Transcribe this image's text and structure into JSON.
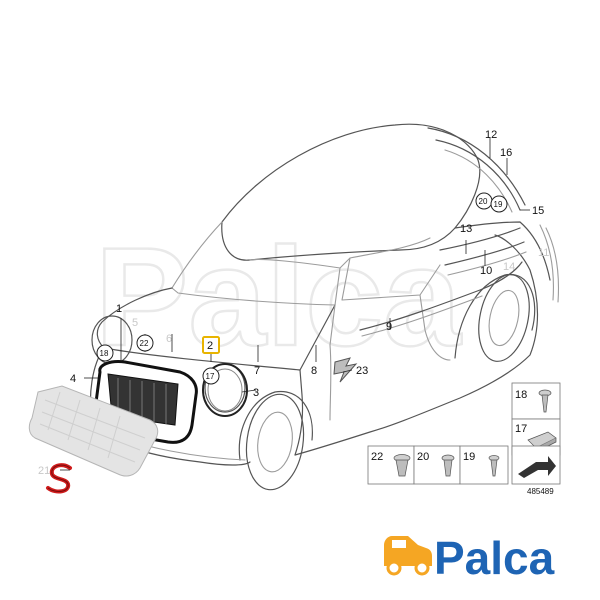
{
  "diagram": {
    "callouts": [
      {
        "id": "c1",
        "text": "1",
        "grey": false
      },
      {
        "id": "c2",
        "text": "2",
        "grey": false
      },
      {
        "id": "c3",
        "text": "3",
        "grey": false
      },
      {
        "id": "c4",
        "text": "4",
        "grey": false
      },
      {
        "id": "c5",
        "text": "5",
        "grey": true
      },
      {
        "id": "c6",
        "text": "6",
        "grey": true
      },
      {
        "id": "c7",
        "text": "7",
        "grey": false
      },
      {
        "id": "c8",
        "text": "8",
        "grey": false
      },
      {
        "id": "c9",
        "text": "9",
        "grey": false
      },
      {
        "id": "c10",
        "text": "10",
        "grey": false
      },
      {
        "id": "c11",
        "text": "11",
        "grey": true
      },
      {
        "id": "c12",
        "text": "12",
        "grey": false
      },
      {
        "id": "c13",
        "text": "13",
        "grey": false
      },
      {
        "id": "c14",
        "text": "14",
        "grey": true
      },
      {
        "id": "c15",
        "text": "15",
        "grey": false
      },
      {
        "id": "c16",
        "text": "16",
        "grey": false
      },
      {
        "id": "c21",
        "text": "21",
        "grey": true
      },
      {
        "id": "c23",
        "text": "23",
        "grey": false
      }
    ],
    "circled": [
      {
        "id": "k18",
        "text": "18"
      },
      {
        "id": "k22",
        "text": "22"
      },
      {
        "id": "k17",
        "text": "17"
      },
      {
        "id": "k20",
        "text": "20"
      },
      {
        "id": "k19",
        "text": "19"
      }
    ],
    "highlight_label": "2",
    "highlight_color": "#e8b400",
    "legend": {
      "items": [
        "18",
        "17",
        "22",
        "20",
        "19"
      ],
      "diagram_number": "485489"
    },
    "watermark": "Palca"
  },
  "brand": {
    "name": "Palca",
    "logo_color": "#1e64b4",
    "accent_color": "#f5a623"
  }
}
